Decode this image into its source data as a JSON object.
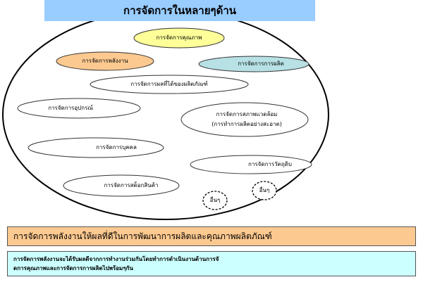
{
  "title": "การจัดการในหลายๆด้าน",
  "items": {
    "quality": "การจัดการคุณภาพ",
    "energy": "การจัดการพลังงาน",
    "production": "การจัดการการผลิต",
    "products": "การจัดการผลที่ได้ของผลิตภัณฑ์",
    "equipment": "การจัดการอุปกรณ์",
    "environment_1": "การจัดการสภาพแวดล้อม",
    "environment_2": "(การทำการผลิตอย่างสะอาด)",
    "personnel": "การจัดการบุคคล",
    "raw_materials": "การจัดการวัตถุดิบ",
    "stock": "การจัดการสต็อกสินค้า",
    "other_1": "อื่นๆ",
    "other_2": "อื่นๆ"
  },
  "colors": {
    "title": "#99ccff",
    "quality": "#ffff99",
    "energy": "#fcc990",
    "production": "#b7e1e4",
    "summary": "#fcc990",
    "note": "#ccffff"
  },
  "summary": "การจัดการพลังงานให้ผลที่ดีในการพัฒนาการผลิตและคุณภาพผลิตภัณฑ์",
  "note": {
    "line1": "การจัดการพลังงานจะได้รับผลดีจากการทำงานร่วมกันโดยทำการดำเนินงานด้านการจั",
    "line2": "ดการคุณภาพและการจัดการการผลิตไปพร้อมๆกัน"
  }
}
